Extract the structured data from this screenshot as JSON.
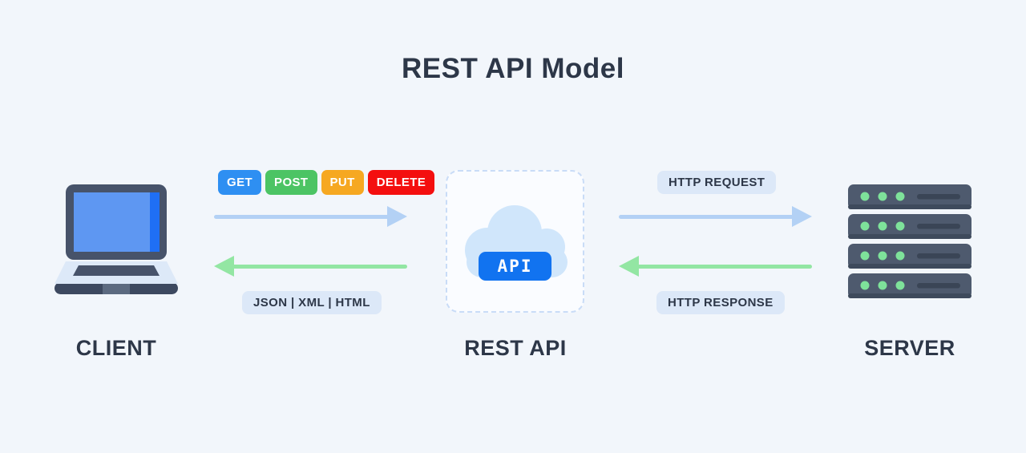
{
  "title": "REST API Model",
  "client": {
    "label": "CLIENT"
  },
  "rest_api": {
    "label": "REST API",
    "badge": "API"
  },
  "server": {
    "label": "SERVER"
  },
  "methods": [
    {
      "label": "GET",
      "color": "#2e8ff2"
    },
    {
      "label": "POST",
      "color": "#4cc464"
    },
    {
      "label": "PUT",
      "color": "#f6a821"
    },
    {
      "label": "DELETE",
      "color": "#f40f0f"
    }
  ],
  "labels": {
    "request_formats": "JSON | XML | HTML",
    "http_request": "HTTP REQUEST",
    "http_response": "HTTP RESPONSE"
  },
  "colors": {
    "background": "#f2f6fb",
    "arrow_blue": "#b3d1f5",
    "arrow_green": "#93e6a3",
    "pill_bg": "#dce8f8",
    "text_dark": "#2d3748",
    "api_badge_bg": "#1173f0"
  }
}
